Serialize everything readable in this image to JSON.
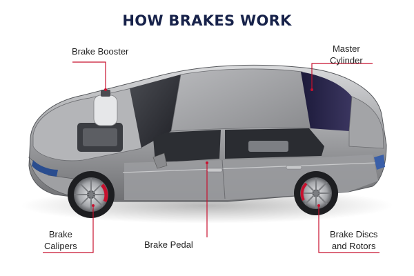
{
  "title": "HOW BRAKES WORK",
  "labels": {
    "brake_booster": "Brake Booster",
    "master_cylinder": [
      "Master",
      "Cylinder"
    ],
    "brake_calipers": [
      "Brake",
      "Calipers"
    ],
    "brake_pedal": "Brake Pedal",
    "brake_discs": [
      "Brake Discs",
      "and Rotors"
    ]
  },
  "colors": {
    "title": "#17224a",
    "callout_line": "#c8102e",
    "car_body": "#a9aaad"
  }
}
